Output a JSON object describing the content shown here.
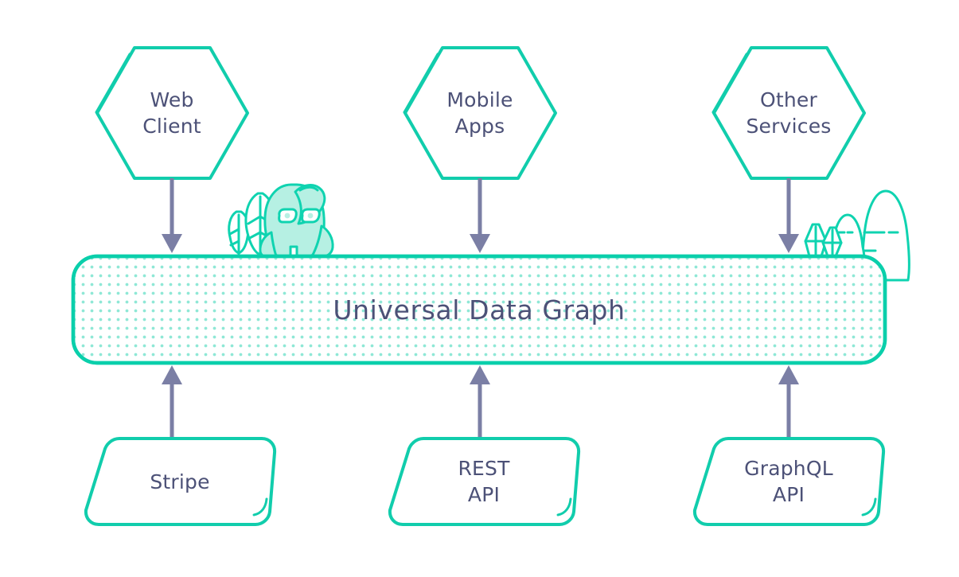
{
  "diagram": {
    "title": "Universal Data Graph",
    "colors": {
      "teal": "#11CDAC",
      "teal_bright": "#0ACFAB",
      "mint_fill": "#B6F0E3",
      "dot_teal": "#8FE8D6",
      "text_slate": "#4C5177",
      "arrow_purple": "#7B7FA5",
      "white": "#FFFFFF"
    },
    "clients": [
      {
        "id": "web-client",
        "line1": "Web",
        "line2": "Client",
        "shape": "hexagon"
      },
      {
        "id": "mobile-apps",
        "line1": "Mobile",
        "line2": "Apps",
        "shape": "hexagon"
      },
      {
        "id": "other-services",
        "line1": "Other",
        "line2": "Services",
        "shape": "hexagon"
      }
    ],
    "center": {
      "id": "universal-data-graph",
      "label": "Universal Data Graph",
      "shape": "dotted-rounded-bar"
    },
    "sources": [
      {
        "id": "stripe",
        "line1": "Stripe",
        "line2": "",
        "shape": "skewed-rounded-rect"
      },
      {
        "id": "rest-api",
        "line1": "REST",
        "line2": "API",
        "shape": "skewed-rounded-rect"
      },
      {
        "id": "graphql-api",
        "line1": "GraphQL",
        "line2": "API",
        "shape": "skewed-rounded-rect"
      }
    ],
    "connectors": [
      {
        "id": "web-client-to-graph",
        "direction": "down"
      },
      {
        "id": "mobile-apps-to-graph",
        "direction": "down"
      },
      {
        "id": "other-services-to-graph",
        "direction": "down"
      },
      {
        "id": "stripe-to-graph",
        "direction": "up"
      },
      {
        "id": "rest-api-to-graph",
        "direction": "up"
      },
      {
        "id": "graphql-api-to-graph",
        "direction": "up"
      }
    ],
    "decorations": [
      {
        "id": "mascot-creature",
        "side": "left"
      },
      {
        "id": "tree-large",
        "side": "left"
      },
      {
        "id": "tree-small",
        "side": "left"
      },
      {
        "id": "crystal-cluster",
        "side": "right"
      },
      {
        "id": "hill-small",
        "side": "right"
      },
      {
        "id": "hill-large",
        "side": "right"
      }
    ]
  }
}
